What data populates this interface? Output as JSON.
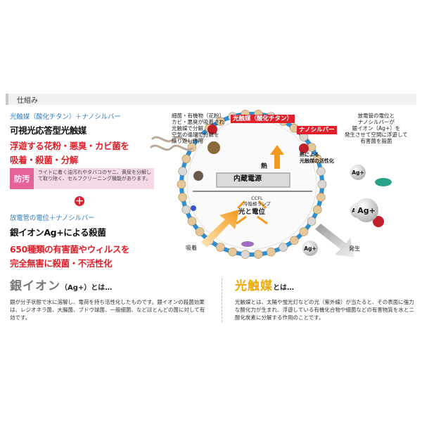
{
  "header": {
    "label": "仕組み"
  },
  "left": {
    "blue1": "光触媒（酸化チタン）＋ナノシルバー",
    "title1": "可視光応答型光触媒",
    "red1": "浮遊する花粉・悪臭・カビ菌を",
    "red2": "吸着・殺菌・分解",
    "boueki_tag": "防汚",
    "boueki_text": "ライトに着く油汚れやタバコのヤニ、黄尿を分解して取り除く、セルフクリーニング機能があります。",
    "plus": "＋",
    "blue2": "放電管の電位＋ナノシルバー",
    "title2": "銀イオンAg+による殺菌",
    "red3": "650種類の有害菌やウィルスを",
    "red4": "完全無害に殺菌・不活性化"
  },
  "diagram": {
    "note_left": [
      "細菌・有機物（花粉）",
      "カビ・悪臭が吸着され",
      "光触媒で分解",
      "空気の循環で分解を",
      "繰り返し作用"
    ],
    "label_photocatalyst": "光触媒（酸化チタン）",
    "label_nanosilver": "ナノシルバー",
    "note_right": [
      "放電管の電位と",
      "ナノシルバーが",
      "銀イオン（Ag+）を",
      "発生させて空間に浮遊して",
      "有害菌を殺菌"
    ],
    "heat": "熱",
    "heat_note": [
      "熱による",
      "光触媒の活性化"
    ],
    "power": "内蔵電源",
    "ccfl": [
      "CCFL",
      "冷陰極ランプ"
    ],
    "light_potential": "光と電位",
    "adsorb": "吸着",
    "generate": "発生",
    "ag": "Ag+"
  },
  "bottom_left": {
    "title_main": "銀イオン",
    "title_paren": "（Ag+）とは…",
    "body": "銀が分子状態で水に溶解し、電荷を持ち活性化したものです。銀イオンの殺菌効果は、レジオネラ菌、大腸菌、ブドウ球菌、一般細菌、などほとんどの菌に対して有効です。"
  },
  "bottom_right": {
    "title_main": "光触媒",
    "title_suffix": "とは…",
    "body": "光触媒とは、太陽や蛍光灯などの光（紫外線）が当たると、その表面に強力な酸化力が生まれ、浮遊している有機化合物や細菌などの有害物質を水と二酸化炭素に分解する作用のことです。"
  },
  "colors": {
    "red": "#e0202a",
    "blue": "#2f7fc9",
    "pink": "#e8629a",
    "gold": "#f3a700",
    "orange": "#f39a1e",
    "lamp": "#2b8fd6"
  }
}
